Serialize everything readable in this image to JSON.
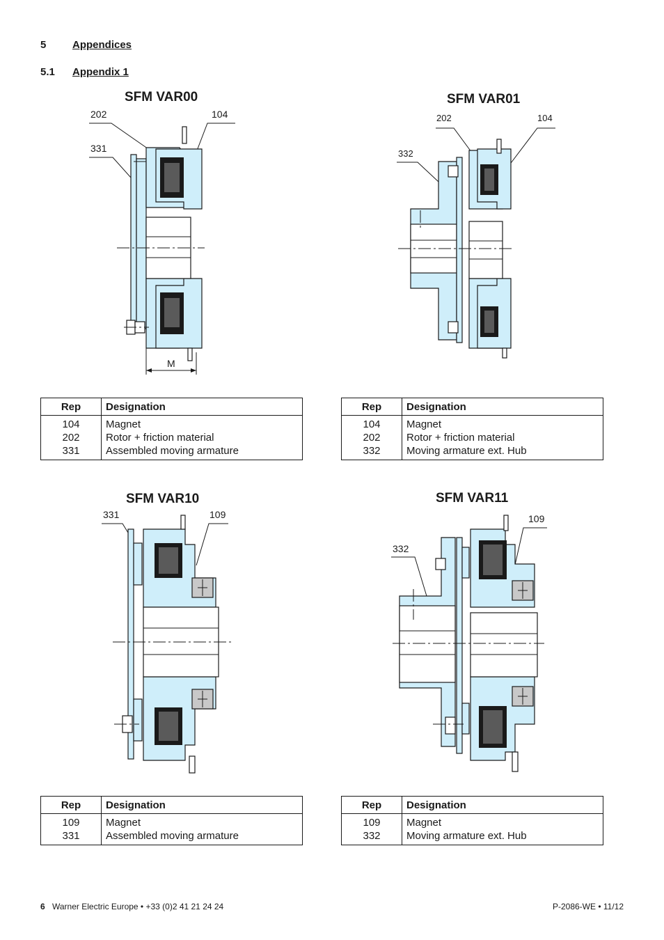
{
  "section": {
    "number": "5",
    "title": "Appendices"
  },
  "subsection": {
    "number": "5.1",
    "title": "Appendix 1"
  },
  "figures": [
    {
      "title": "SFM VAR00",
      "callouts": [
        "202",
        "104",
        "331"
      ],
      "dim_label": "M"
    },
    {
      "title": "SFM VAR01",
      "callouts": [
        "202",
        "104",
        "332"
      ]
    },
    {
      "title": "SFM VAR10",
      "callouts": [
        "331",
        "109"
      ]
    },
    {
      "title": "SFM VAR11",
      "callouts": [
        "109",
        "332"
      ]
    }
  ],
  "table_headers": {
    "rep": "Rep",
    "designation": "Designation"
  },
  "tables": [
    {
      "rows": [
        {
          "rep": "104",
          "designation": "Magnet"
        },
        {
          "rep": "202",
          "designation": "Rotor + friction material"
        },
        {
          "rep": "331",
          "designation": "Assembled moving armature"
        }
      ]
    },
    {
      "rows": [
        {
          "rep": "104",
          "designation": "Magnet"
        },
        {
          "rep": "202",
          "designation": "Rotor + friction material"
        },
        {
          "rep": "332",
          "designation": "Moving armature ext. Hub"
        }
      ]
    },
    {
      "rows": [
        {
          "rep": "109",
          "designation": "Magnet"
        },
        {
          "rep": "331",
          "designation": "Assembled moving armature"
        }
      ]
    },
    {
      "rows": [
        {
          "rep": "109",
          "designation": "Magnet"
        },
        {
          "rep": "332",
          "designation": "Moving armature ext. Hub"
        }
      ]
    }
  ],
  "footer": {
    "page_number": "6",
    "company": "Warner Electric Europe • +33 (0)2 41 21 24 24",
    "doc_ref": "P-2086-WE • 11/12"
  }
}
